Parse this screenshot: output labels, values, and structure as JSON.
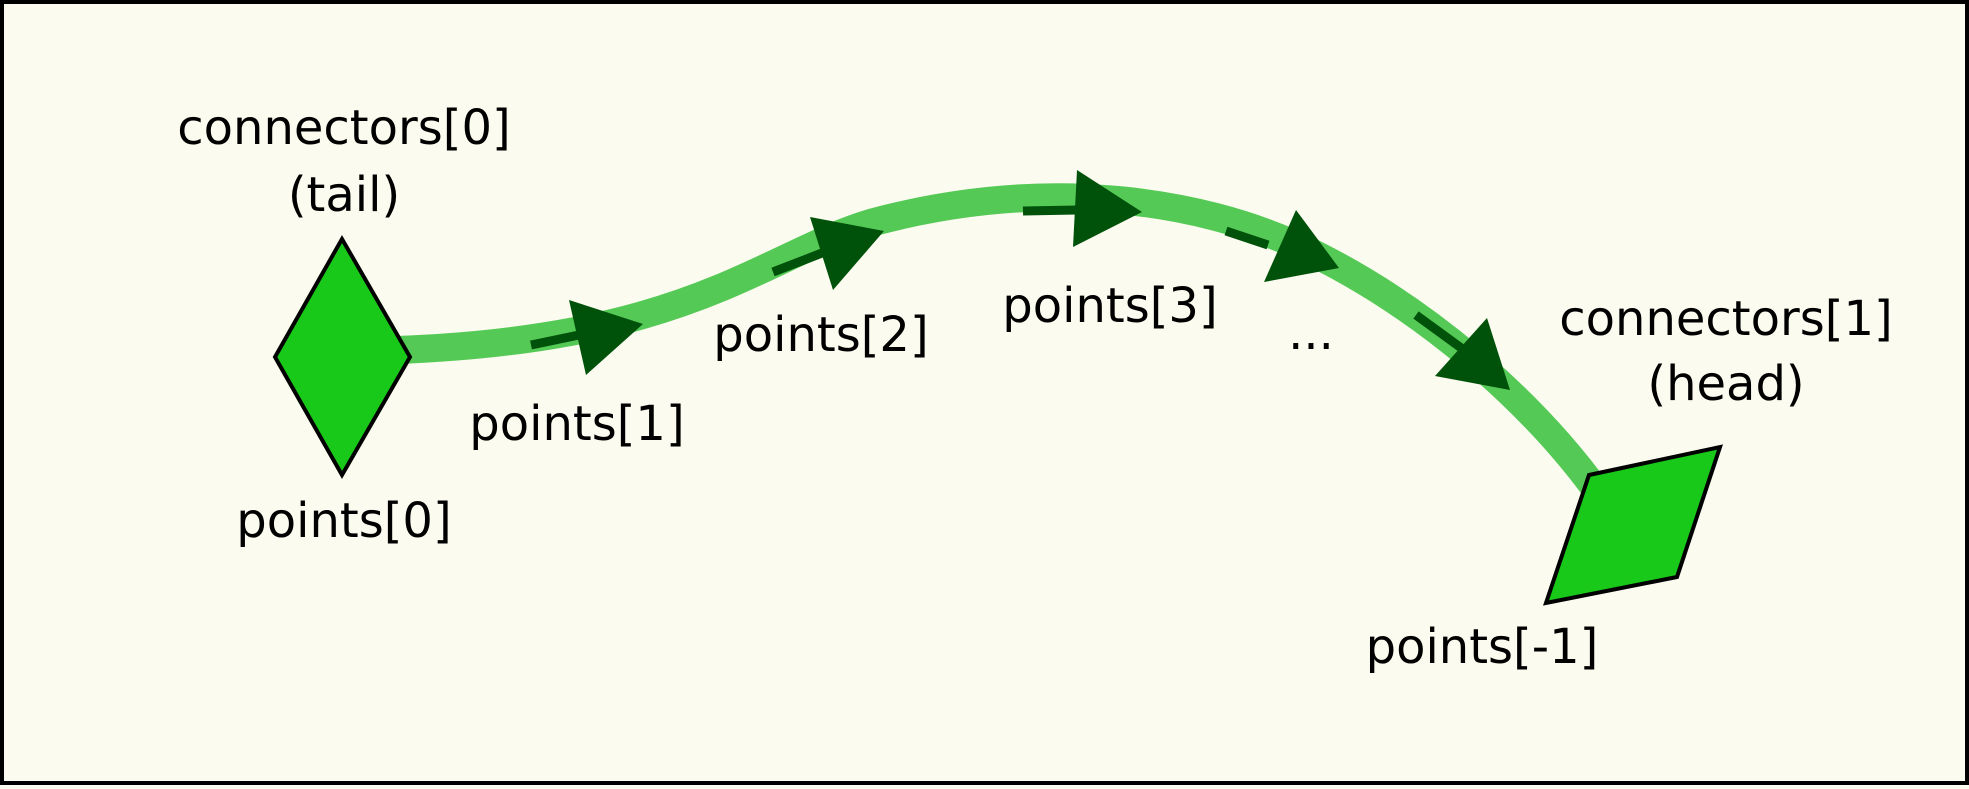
{
  "labels": {
    "tail_connector": "connectors[0]",
    "tail_role": "(tail)",
    "point_0": "points[0]",
    "point_1": "points[1]",
    "point_2": "points[2]",
    "point_3": "points[3]",
    "ellipsis": "...",
    "head_connector": "connectors[1]",
    "head_role": "(head)",
    "point_last": "points[-1]"
  },
  "colors": {
    "background": "#fbfbef",
    "curve": "#55c955",
    "connector_fill": "#19c919",
    "arrow": "#00520a",
    "outline": "#000000"
  }
}
